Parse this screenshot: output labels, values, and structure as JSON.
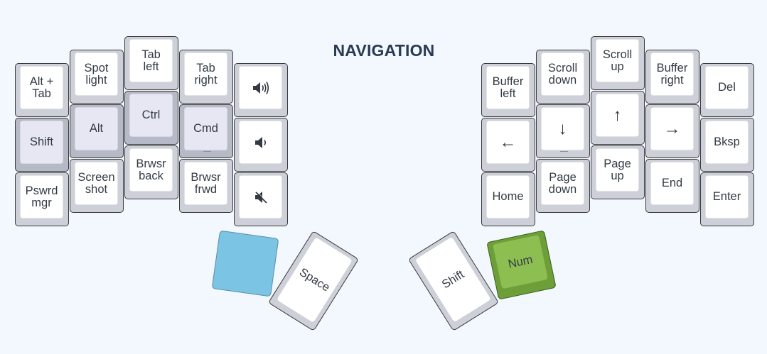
{
  "title": "NAVIGATION",
  "colors": {
    "background": "#f2f8fd",
    "key_border": "#3a3a3a",
    "key_side": "#cdd0d8",
    "held_key_side": "#b6b9c6",
    "held_key_top": "#e6e7f2",
    "layer_key_blue": "#7cc4e4",
    "num_layer_green": "#6e9e38",
    "num_layer_green_top": "#8dbe52"
  },
  "left_hand": {
    "row1": {
      "alt_tab": "Alt +\nTab",
      "spotlight": "Spot\nlight",
      "tab_left": "Tab\nleft",
      "tab_right": "Tab\nright",
      "volume_up": "volume-up-icon"
    },
    "row2": {
      "shift": "Shift",
      "alt": "Alt",
      "ctrl": "Ctrl",
      "cmd": "Cmd",
      "volume_down": "volume-down-icon"
    },
    "row3": {
      "password_manager": "Pswrd\nmgr",
      "screenshot": "Screen\nshot",
      "browser_back": "Brwsr\nback",
      "browser_forward": "Brwsr\nfrwd",
      "mute": "mute-icon"
    },
    "thumbs": {
      "layer_key": "",
      "space": "Space"
    }
  },
  "right_hand": {
    "row1": {
      "buffer_left": "Buffer\nleft",
      "scroll_down": "Scroll\ndown",
      "scroll_up": "Scroll\nup",
      "buffer_right": "Buffer\nright",
      "del": "Del"
    },
    "row2": {
      "left": "←",
      "down": "↓",
      "up": "↑",
      "right": "→",
      "bksp": "Bksp"
    },
    "row3": {
      "home": "Home",
      "page_down": "Page\ndown",
      "page_up": "Page\nup",
      "end": "End",
      "enter": "Enter"
    },
    "thumbs": {
      "shift": "Shift",
      "num": "Num"
    }
  }
}
